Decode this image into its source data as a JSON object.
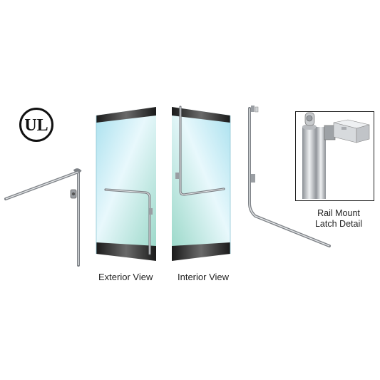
{
  "certification": {
    "mark_text": "UL",
    "icon": "ul-listed-icon"
  },
  "views": [
    {
      "label": "Exterior View"
    },
    {
      "label": "Interior View"
    }
  ],
  "detail": {
    "line1": "Rail Mount",
    "line2": "Latch Detail"
  },
  "colors": {
    "glass": "#bfe9f3",
    "frame": "#2b2b2b",
    "steel": "#b9bcc0",
    "background": "#ffffff"
  }
}
